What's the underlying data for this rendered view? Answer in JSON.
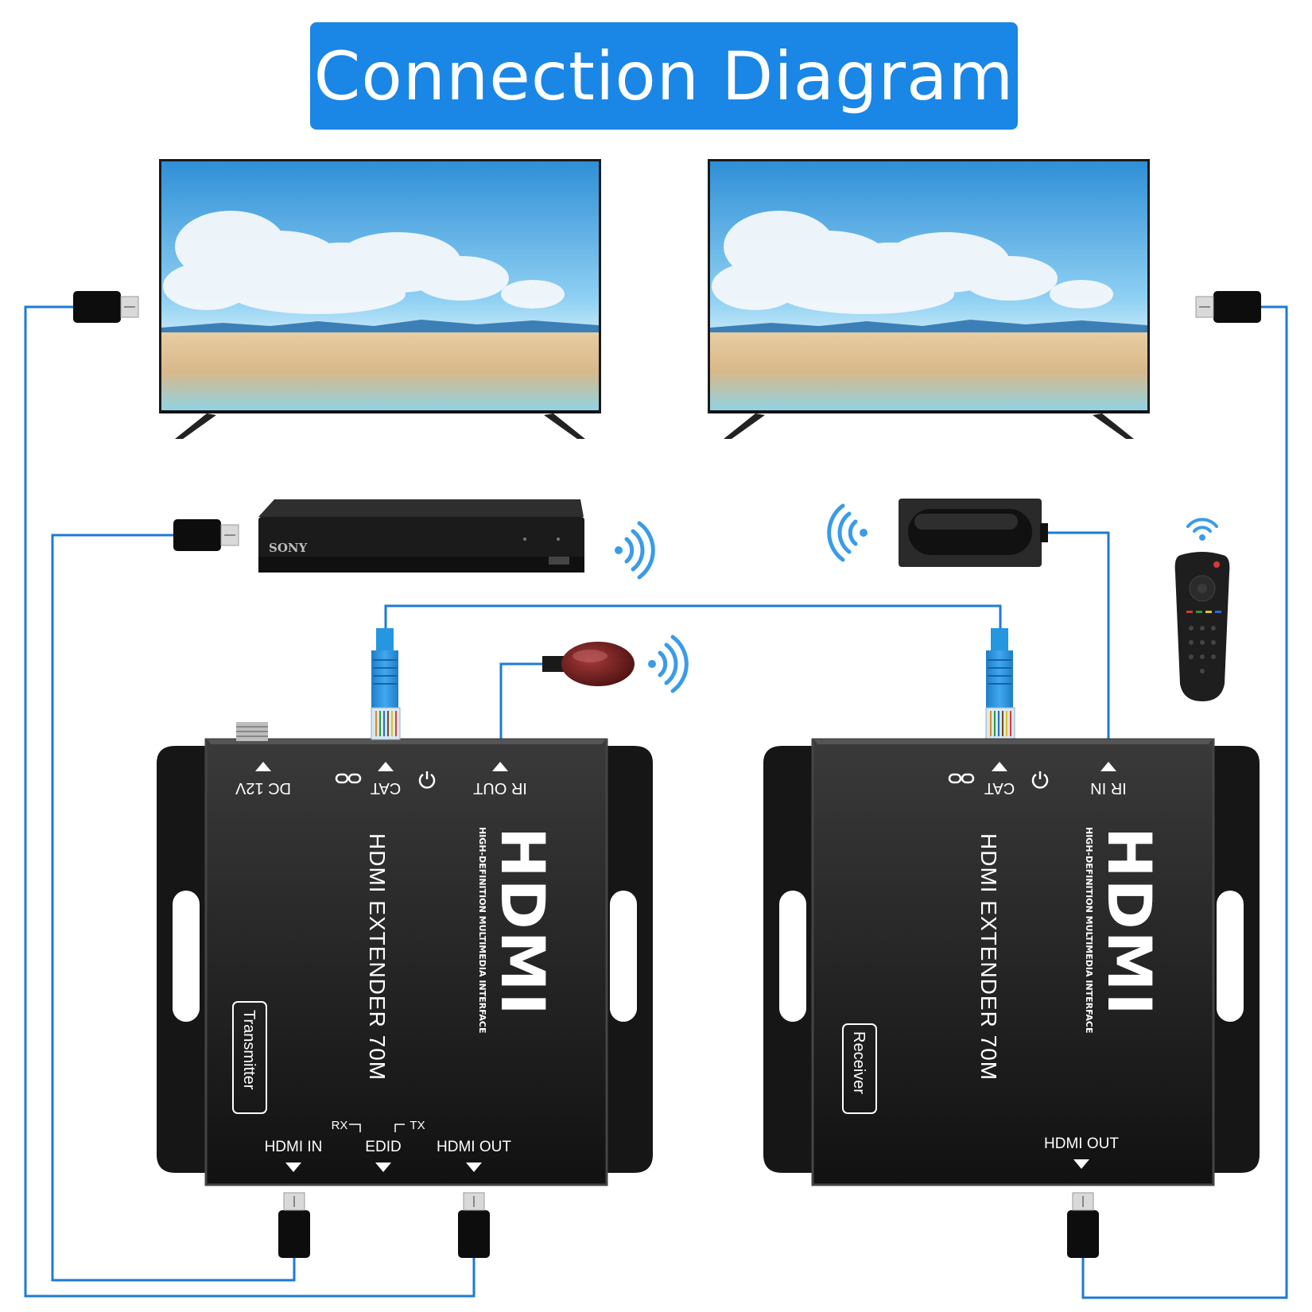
{
  "title": "Connection Diagram",
  "colors": {
    "title_bg": "#1a86e6",
    "cable_line": "#1e7ad6",
    "device_body": "#1c1c1c",
    "device_label": "#ffffff",
    "cat_plug": "#2596e0",
    "ir_emitter": "#6b1a1a"
  },
  "player": {
    "brand": "SONY"
  },
  "transmitter": {
    "brand_logo": "HDMI",
    "brand_tagline": "HIGH-DEFINITION MULTIMEDIA INTERFACE",
    "model": "HDMI EXTENDER 70M",
    "role_badge": "Transmitter",
    "top_ports": [
      "DC 12V",
      "CAT",
      "IR OUT"
    ],
    "bottom_ports": [
      "HDMI IN",
      "EDID",
      "HDMI OUT"
    ],
    "edid_rx": "RX",
    "edid_tx": "TX"
  },
  "receiver": {
    "brand_logo": "HDMI",
    "brand_tagline": "HIGH-DEFINITION MULTIMEDIA INTERFACE",
    "model": "HDMI EXTENDER 70M",
    "role_badge": "Receiver",
    "top_ports": [
      "CAT",
      "IR IN"
    ],
    "bottom_ports": [
      "HDMI OUT"
    ]
  },
  "icons": [
    "tv-icon",
    "hdmi-plug-icon",
    "rj45-plug-icon",
    "ir-emitter-icon",
    "ir-receiver-icon",
    "remote-control-icon",
    "wifi-signal-icon",
    "link-icon",
    "power-icon"
  ]
}
